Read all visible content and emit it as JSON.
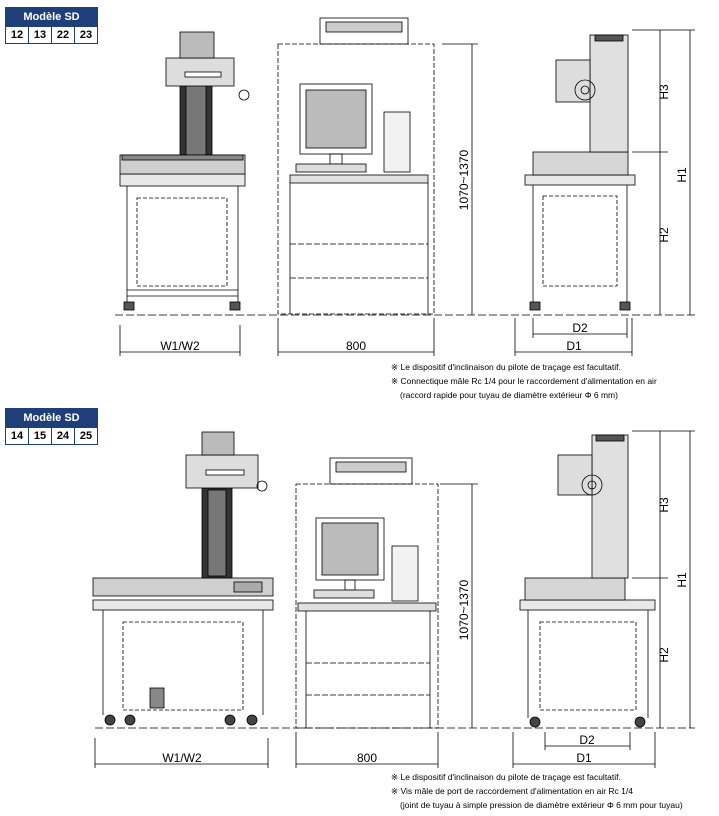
{
  "model_colors": {
    "header_bg": "#1f3f7a",
    "header_text": "#ffffff"
  },
  "section1": {
    "title": "Modèle SD",
    "models": [
      "12",
      "13",
      "22",
      "23"
    ],
    "dims": {
      "w": "W1/W2",
      "depth": "800",
      "height": "1070~1370",
      "h1": "H1",
      "h2": "H2",
      "h3": "H3",
      "d1": "D1",
      "d2": "D2"
    },
    "notes": [
      "※ Le dispositif d'inclinaison du pilote de traçage est facultatif.",
      "※ Connectique mâle Rc 1/4 pour le raccordement d'alimentation en air",
      "(raccord rapide pour tuyau de diamètre extérieur Φ 6 mm)"
    ]
  },
  "section2": {
    "title": "Modèle SD",
    "models": [
      "14",
      "15",
      "24",
      "25"
    ],
    "dims": {
      "w": "W1/W2",
      "depth": "800",
      "height": "1070~1370",
      "h1": "H1",
      "h2": "H2",
      "h3": "H3",
      "d1": "D1",
      "d2": "D2"
    },
    "notes": [
      "※ Le dispositif d'inclinaison du pilote de traçage est facultatif.",
      "※ Vis mâle de port de raccordement d'alimentation en air Rc 1/4",
      "(joint de tuyau à simple pression de diamètre extérieur Φ 6 mm pour tuyau)"
    ]
  }
}
